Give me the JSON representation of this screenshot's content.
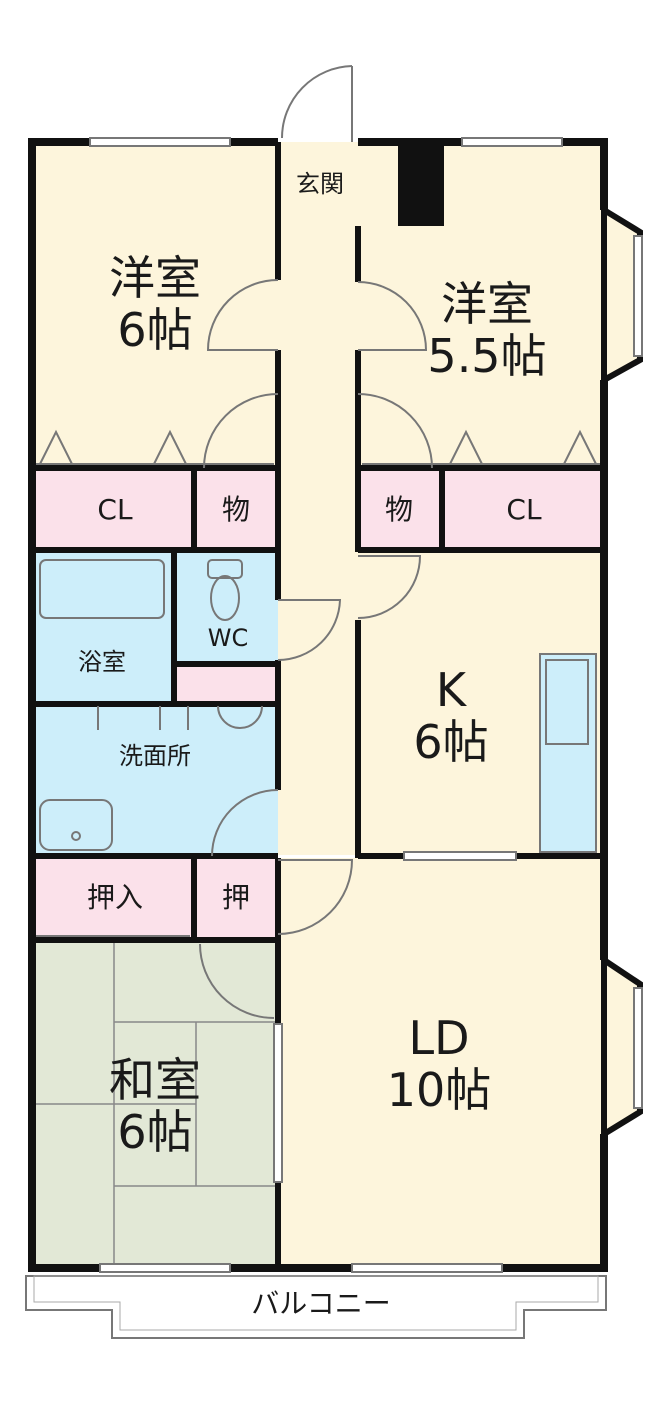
{
  "rooms": {
    "western_nw": "洋室\n6帖",
    "western_ne": "洋室\n5.5帖",
    "kitchen": "K\n6帖",
    "ld": "LD\n10帖",
    "washitsu": "和室\n6帖"
  },
  "small": {
    "entrance": "玄関",
    "cl_left": "CL",
    "mono_left": "物",
    "mono_right": "物",
    "cl_right": "CL",
    "bath": "浴室",
    "wc": "WC",
    "washroom": "洗面所",
    "oshiire": "押入",
    "oshi": "押",
    "balcony": "バルコニー"
  },
  "colors": {
    "wall": "#111111",
    "room_cream": "#fdf5dc",
    "storage_pink": "#fbe1ea",
    "wet_blue": "#cdeefa",
    "tatami_green": "#e2e8d6",
    "outline": "#777777"
  }
}
